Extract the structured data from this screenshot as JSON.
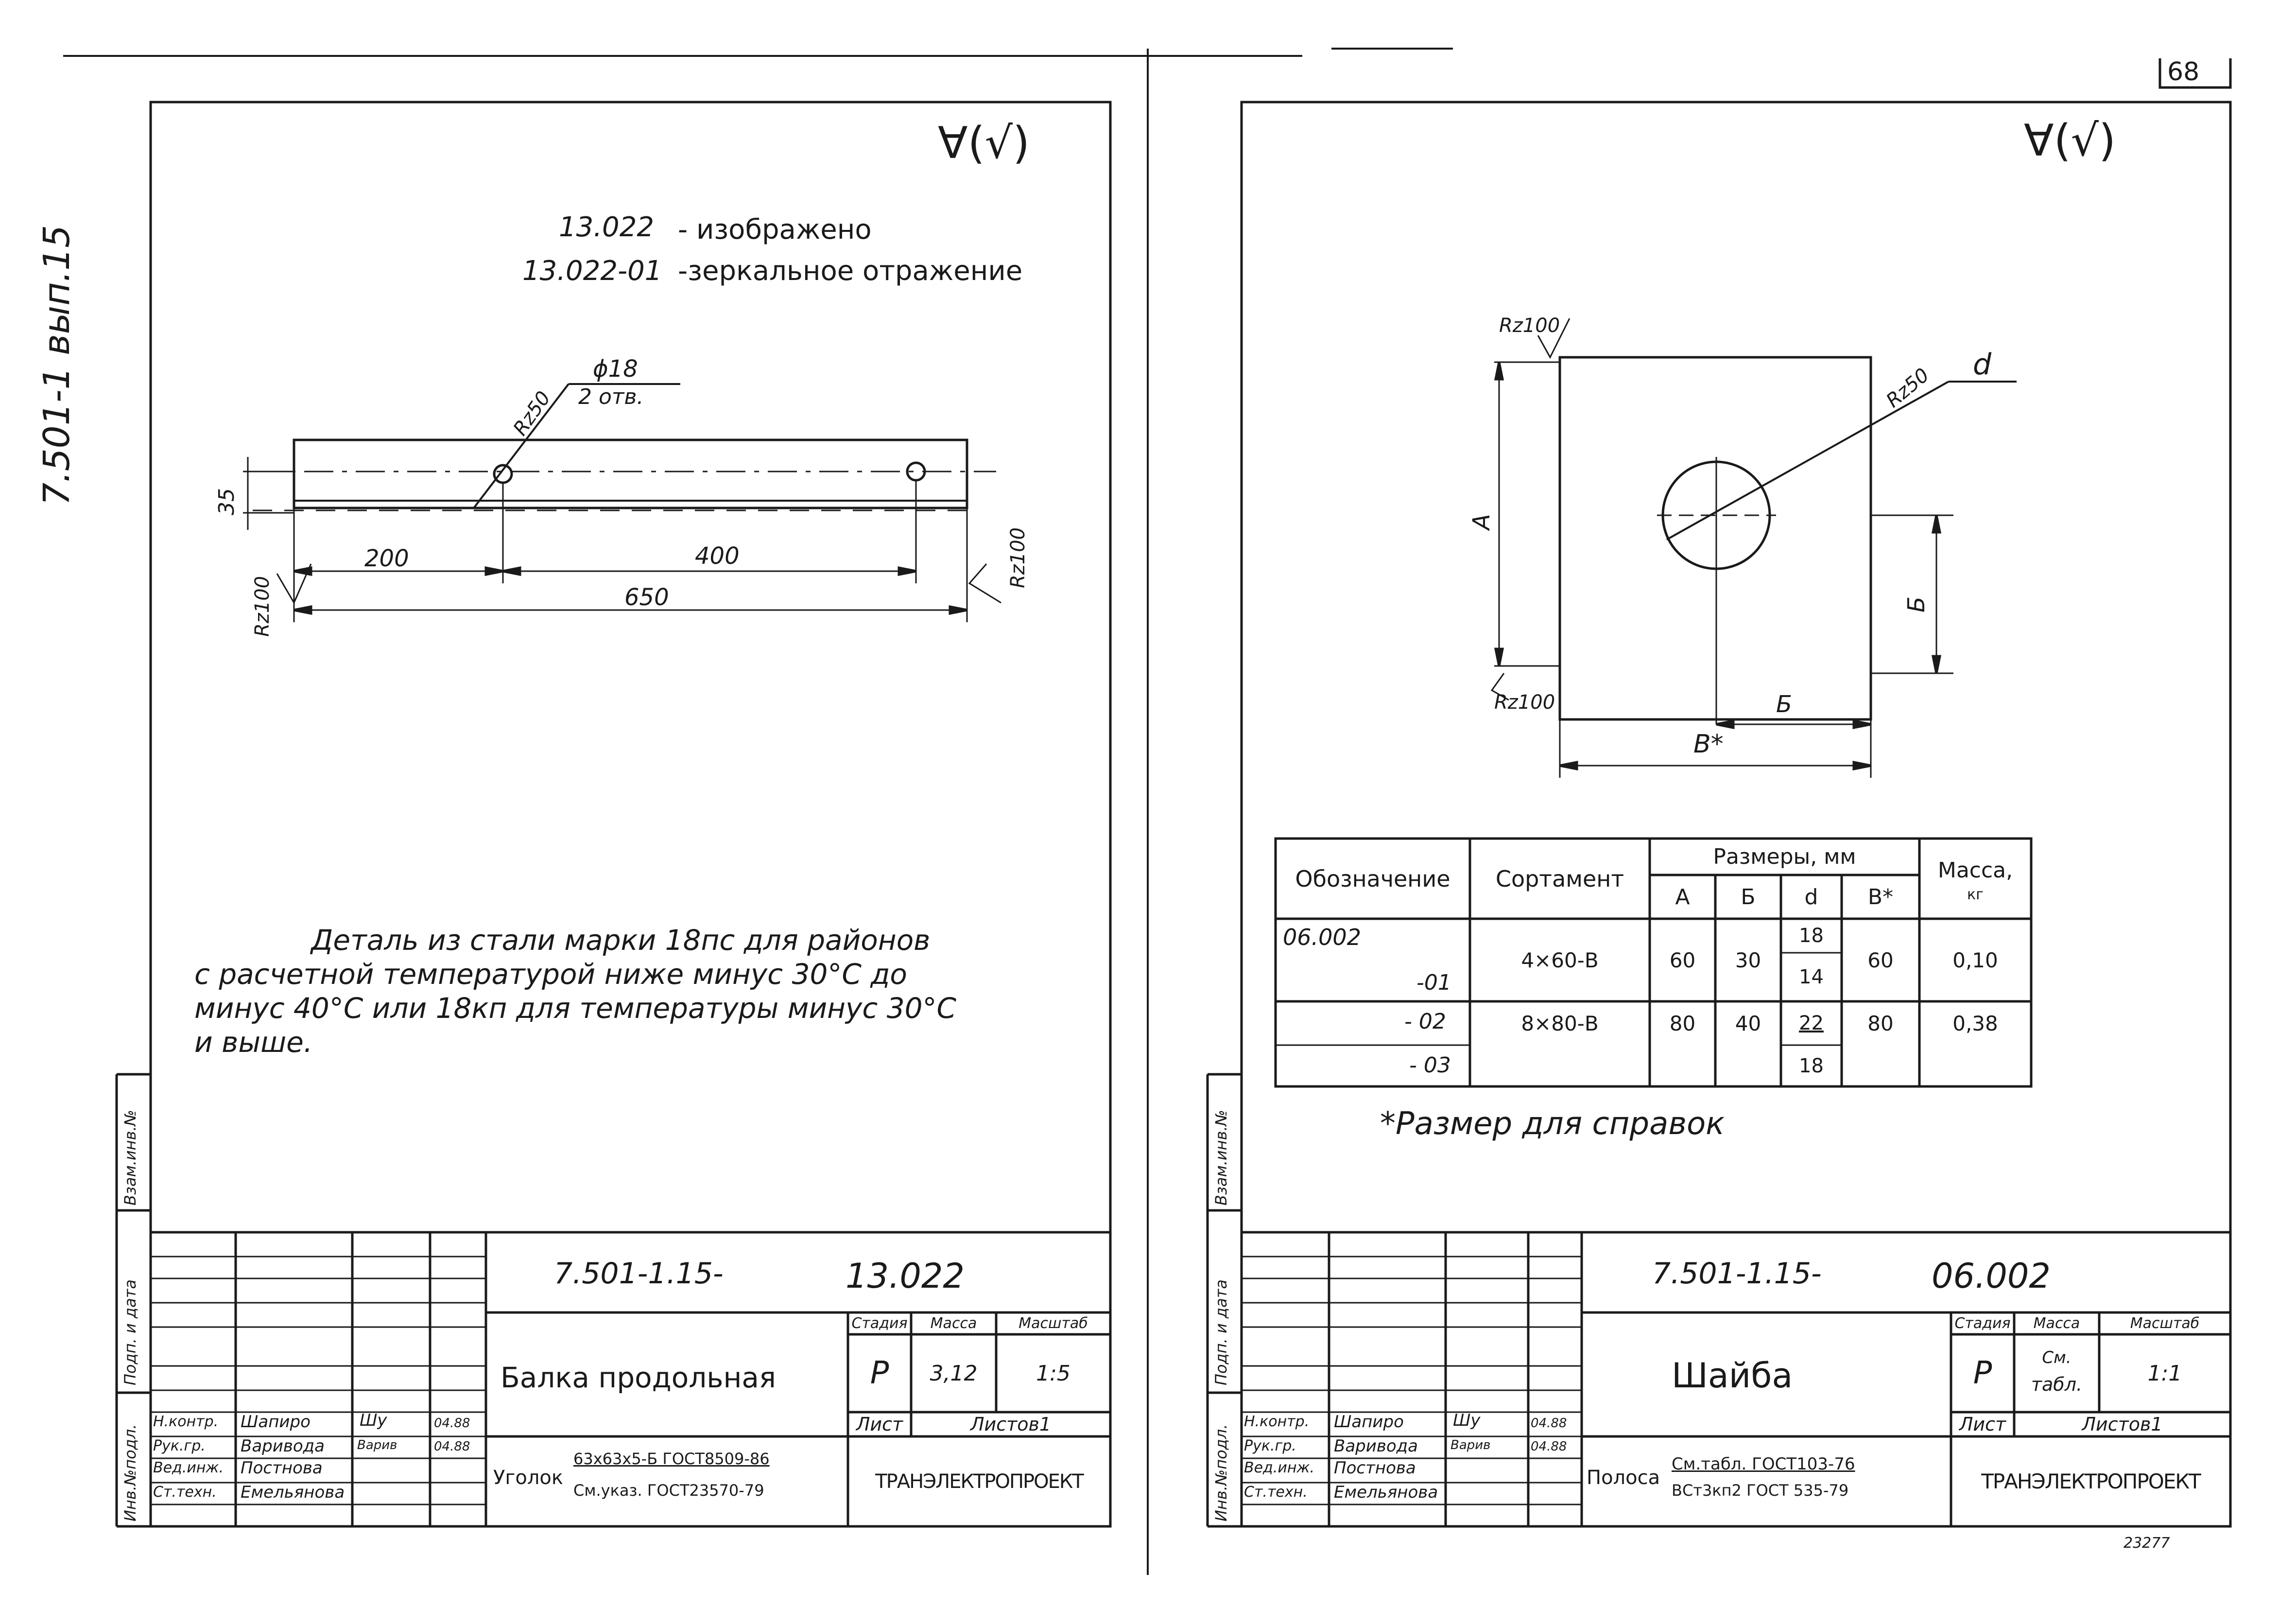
{
  "page_number": "68",
  "series_code": "7.501-1 вып.15",
  "roughness_symbol": "∀(√)",
  "left_sheet": {
    "variants": [
      {
        "code": "13.022",
        "desc": "- изображено"
      },
      {
        "code": "13.022-01",
        "desc": "-зеркальное отражение"
      }
    ],
    "hole_note": "ϕ18",
    "hole_count": "2 отв.",
    "rz_labels": {
      "hole": "Rz50",
      "left": "Rz100",
      "right": "Rz100"
    },
    "dims": {
      "height": "35",
      "first": "200",
      "second": "400",
      "total": "650"
    },
    "note_lines": [
      "Деталь из стали марки 18пс для районов",
      "с расчетной температурой ниже минус 30°С до",
      "минус 40°С или 18кп для температуры минус 30°С",
      "и выше."
    ],
    "title_block": {
      "doc_code": "7.501-1.15-",
      "doc_number": "13.022",
      "name": "Балка продольная",
      "stage_label": "Стадия",
      "mass_label": "Масса",
      "scale_label": "Масштаб",
      "stage": "Р",
      "mass": "3,12",
      "scale": "1:5",
      "sheet_label": "Лист",
      "sheets_label": "Листов1",
      "material_prefix": "Уголок",
      "material_top": "63х63х5-Б ГОСТ8509-86",
      "material_bottom": "См.указ.    ГОСТ23570-79",
      "org": "ТРАНЭЛЕКТРОПРОЕКТ",
      "roles": [
        {
          "role": "Н.контр.",
          "name": "Шапиро",
          "sign": "Шу",
          "date": "04.88"
        },
        {
          "role": "Рук.гр.",
          "name": "Варивода",
          "sign": "Варив",
          "date": "04.88"
        },
        {
          "role": "Вед.инж.",
          "name": "Постнова",
          "sign": "",
          "date": ""
        },
        {
          "role": "Ст.техн.",
          "name": "Емельянова",
          "sign": "",
          "date": ""
        }
      ]
    }
  },
  "right_sheet": {
    "rz_labels": {
      "top": "Rz100",
      "hole": "Rz50",
      "bottom": "Rz100"
    },
    "dim_labels": {
      "d": "d",
      "a": "А",
      "b_vert": "Б",
      "b_horiz": "Б",
      "v": "В*"
    },
    "table": {
      "headers": {
        "designation": "Обозначение",
        "assortment": "Сортамент",
        "dims_group": "Размеры, мм",
        "a": "А",
        "b": "Б",
        "d": "d",
        "v": "В*",
        "mass": "Масса,",
        "mass_unit": "кг"
      },
      "rows": [
        {
          "designation": "06.002",
          "assortment": "4×60-В",
          "a": "60",
          "b": "30",
          "d": "18",
          "v": "60",
          "mass": "0,10"
        },
        {
          "designation": "-01",
          "assortment": "",
          "a": "",
          "b": "",
          "d": "14",
          "v": "",
          "mass": ""
        },
        {
          "designation": "- 02",
          "assortment": "8×80-В",
          "a": "80",
          "b": "40",
          "d": "22",
          "v": "80",
          "mass": "0,38"
        },
        {
          "designation": "- 03",
          "assortment": "",
          "a": "",
          "b": "",
          "d": "18",
          "v": "",
          "mass": ""
        }
      ]
    },
    "reference_note": "*Размер для справок",
    "title_block": {
      "doc_code": "7.501-1.15-",
      "doc_number": "06.002",
      "name": "Шайба",
      "stage_label": "Стадия",
      "mass_label": "Масса",
      "scale_label": "Масштаб",
      "stage": "Р",
      "mass_top": "См.",
      "mass_bottom": "табл.",
      "scale": "1:1",
      "sheet_label": "Лист",
      "sheets_label": "Листов1",
      "material_prefix": "Полоса",
      "material_top": "См.табл. ГОСТ103-76",
      "material_bottom": "ВСт3кп2 ГОСТ 535-79",
      "org": "ТРАНЭЛЕКТРОПРОЕКТ",
      "roles": [
        {
          "role": "Н.контр.",
          "name": "Шапиро",
          "sign": "Шу",
          "date": "04.88"
        },
        {
          "role": "Рук.гр.",
          "name": "Варивода",
          "sign": "Варив",
          "date": "04.88"
        },
        {
          "role": "Вед.инж.",
          "name": "Постнова",
          "sign": "",
          "date": ""
        },
        {
          "role": "Ст.техн.",
          "name": "Емельянова",
          "sign": "",
          "date": ""
        }
      ]
    }
  },
  "side_stamp": [
    "Инв.№подл.",
    "Подп. и дата",
    "Взам.инв.№"
  ],
  "archive_number": "23277"
}
